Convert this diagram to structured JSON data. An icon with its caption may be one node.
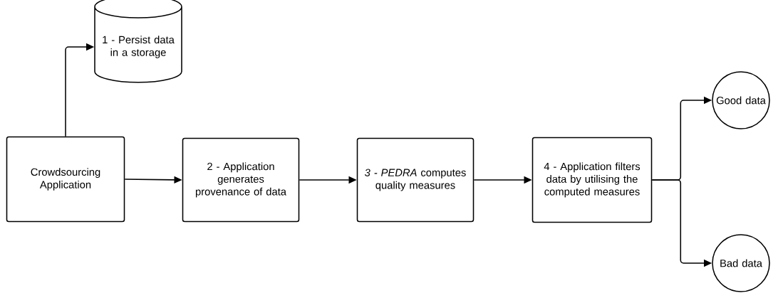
{
  "diagram": {
    "nodes": [
      {
        "text": [
          "Crowdsourcing Application"
        ]
      },
      {
        "text": [
          "1 - Persist data in a storage"
        ]
      },
      {
        "text": [
          "2 - Application generates provenance of data"
        ]
      },
      {
        "text": [
          "*3 - PEDRA* computes quality measures"
        ]
      },
      {
        "text": [
          "4 - Application filters data by utilising the computed measures"
        ]
      },
      {
        "text": [
          "Good data"
        ]
      },
      {
        "text": [
          "Bad data"
        ]
      }
    ],
    "edges": [
      {
        "from": 0,
        "to": 1,
        "arrow": "to"
      },
      {
        "from": 0,
        "to": 2,
        "arrow": "to"
      },
      {
        "from": 2,
        "to": 3,
        "arrow": "to"
      },
      {
        "from": 3,
        "to": 4,
        "arrow": "to"
      },
      {
        "from": 4,
        "to": 5,
        "arrow": "to"
      },
      {
        "from": 4,
        "to": 6,
        "arrow": "to"
      }
    ]
  }
}
